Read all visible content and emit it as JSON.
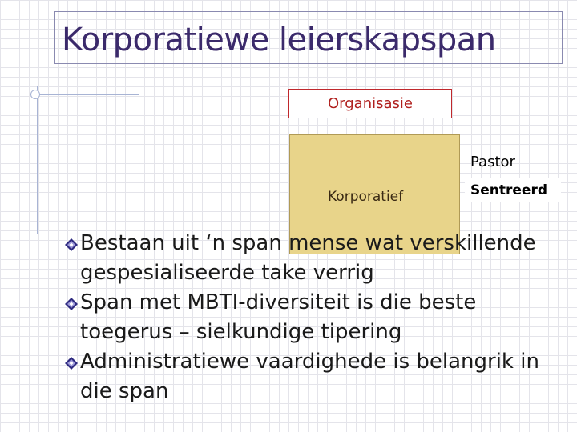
{
  "slide": {
    "title": "Korporatiewe leierskapspan"
  },
  "diagram": {
    "organisation_label": "Organisasie",
    "corporate_label": "Korporatief",
    "pastor_label": "Pastor",
    "centred_label": "Sentreerd",
    "colors": {
      "title_text": "#3b2a6b",
      "organisation_border": "#c0282c",
      "organisation_text": "#b0201e",
      "corporate_fill": "#e8d48a"
    }
  },
  "bullets": [
    {
      "icon": "diamond-bullet-icon",
      "text": "Bestaan uit ‘n span mense wat verskillende gespesialiseerde take verrig"
    },
    {
      "icon": "diamond-bullet-icon",
      "text": "Span met MBTI-diversiteit is die beste toegerus – sielkundige tipering"
    },
    {
      "icon": "diamond-bullet-icon",
      "text": "Administratiewe vaardighede is belangrik in die span"
    }
  ]
}
